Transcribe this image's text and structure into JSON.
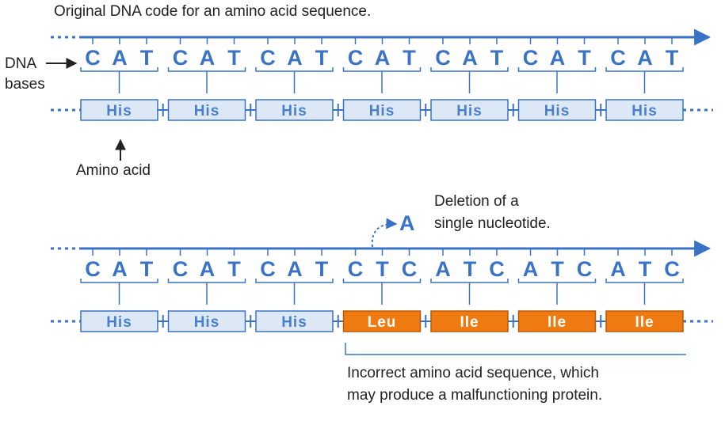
{
  "title": "Original DNA code for an amino acid sequence.",
  "dna_label": "DNA\nbases",
  "amino_acid_label": "Amino acid",
  "deleted_base": "A",
  "deletion_label": "Deletion of a\nsingle nucleotide.",
  "incorrect_label": "Incorrect amino acid sequence, which\nmay produce a malfunctioning protein.",
  "colors": {
    "accent_blue": "#3a73c6",
    "box_fill": "#dce8f6",
    "box_text": "#4a7fc9",
    "mutant_fill": "#f07a12",
    "mutant_text": "#ffffff",
    "label_text": "#222222"
  },
  "original": {
    "bases": [
      "C",
      "A",
      "T",
      "C",
      "A",
      "T",
      "C",
      "A",
      "T",
      "C",
      "A",
      "T",
      "C",
      "A",
      "T",
      "C",
      "A",
      "T",
      "C",
      "A",
      "T"
    ],
    "codons": [
      {
        "label": "His",
        "mutant": false
      },
      {
        "label": "His",
        "mutant": false
      },
      {
        "label": "His",
        "mutant": false
      },
      {
        "label": "His",
        "mutant": false
      },
      {
        "label": "His",
        "mutant": false
      },
      {
        "label": "His",
        "mutant": false
      },
      {
        "label": "His",
        "mutant": false
      }
    ]
  },
  "mutated": {
    "bases": [
      "C",
      "A",
      "T",
      "C",
      "A",
      "T",
      "C",
      "A",
      "T",
      "C",
      "T",
      "C",
      "A",
      "T",
      "C",
      "A",
      "T",
      "C",
      "A",
      "T",
      "C"
    ],
    "codons": [
      {
        "label": "His",
        "mutant": false
      },
      {
        "label": "His",
        "mutant": false
      },
      {
        "label": "His",
        "mutant": false
      },
      {
        "label": "Leu",
        "mutant": true
      },
      {
        "label": "Ile",
        "mutant": true
      },
      {
        "label": "Ile",
        "mutant": true
      },
      {
        "label": "Ile",
        "mutant": true
      }
    ]
  }
}
